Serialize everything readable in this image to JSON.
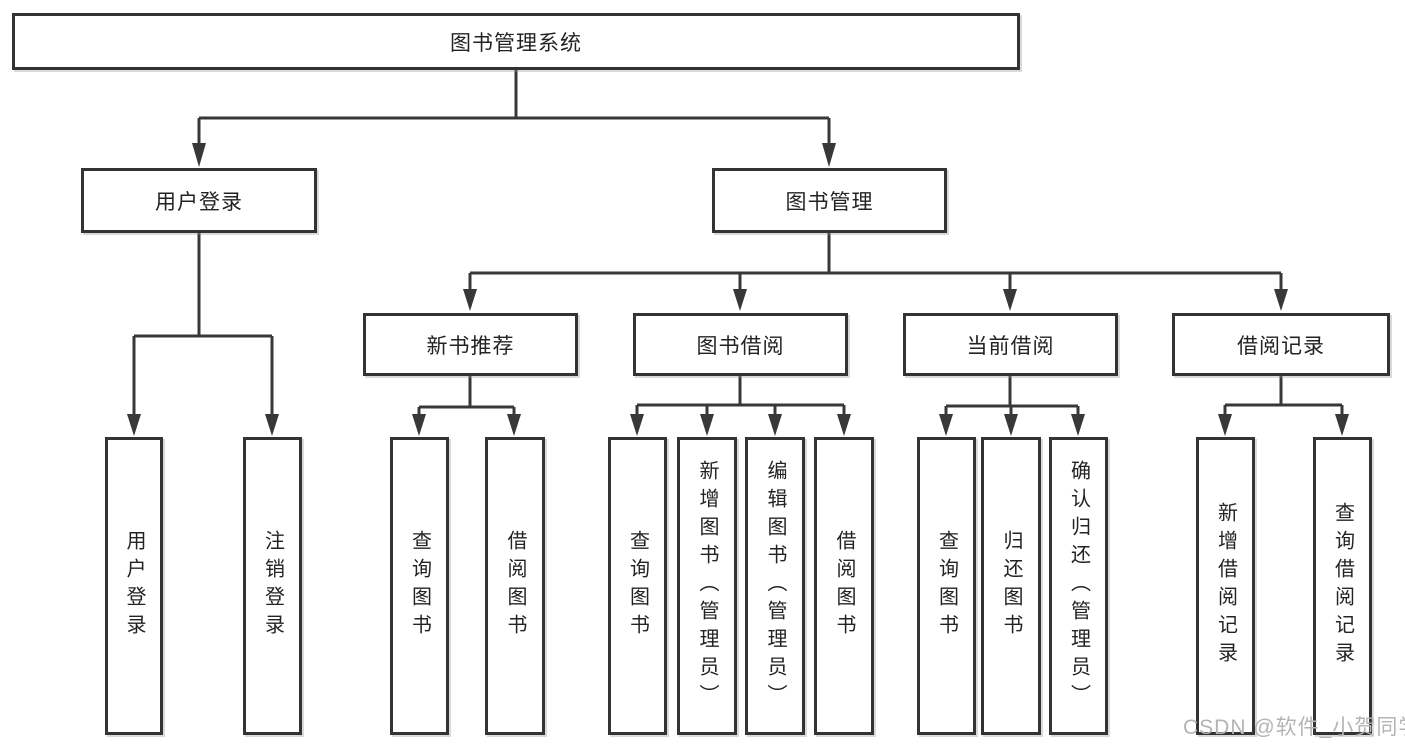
{
  "diagram": {
    "root": {
      "label": "图书管理系统"
    },
    "branches": [
      {
        "label": "用户登录",
        "children": [
          {
            "label": "用户登录"
          },
          {
            "label": "注销登录"
          }
        ]
      },
      {
        "label": "图书管理",
        "children": [
          {
            "label": "新书推荐",
            "children": [
              {
                "label": "查询图书"
              },
              {
                "label": "借阅图书"
              }
            ]
          },
          {
            "label": "图书借阅",
            "children": [
              {
                "label": "查询图书"
              },
              {
                "label": "新增图书（管理员）"
              },
              {
                "label": "编辑图书（管理员）"
              },
              {
                "label": "借阅图书"
              }
            ]
          },
          {
            "label": "当前借阅",
            "children": [
              {
                "label": "查询图书"
              },
              {
                "label": "归还图书"
              },
              {
                "label": "确认归还（管理员）"
              }
            ]
          },
          {
            "label": "借阅记录",
            "children": [
              {
                "label": "新增借阅记录"
              },
              {
                "label": "查询借阅记录"
              }
            ]
          }
        ]
      }
    ]
  },
  "watermark": {
    "text": "CSDN @软件_小贺同学",
    "color": "#b4b4b4"
  },
  "colors": {
    "line": "#383838",
    "box_border": "#333333",
    "box_bg": "#ffffff",
    "text": "#232323",
    "canvas_bg": "#ffffff"
  }
}
